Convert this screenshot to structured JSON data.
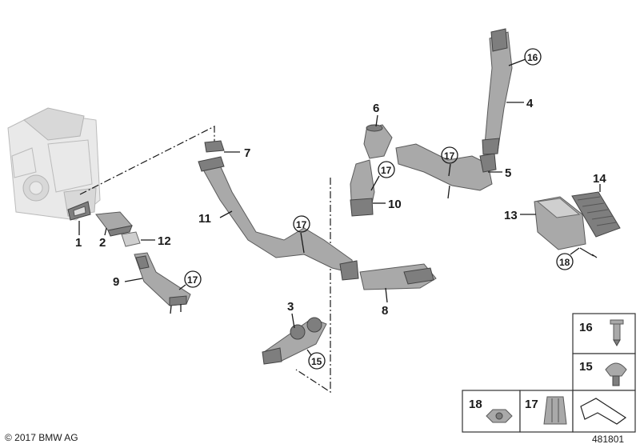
{
  "labels": {
    "p1": "1",
    "p2": "2",
    "p3": "3",
    "p4": "4",
    "p5": "5",
    "p6": "6",
    "p7": "7",
    "p8": "8",
    "p9": "9",
    "p10": "10",
    "p11": "11",
    "p12": "12",
    "p13": "13",
    "p14": "14"
  },
  "callouts": {
    "c16": "16",
    "c17_a": "17",
    "c17_b": "17",
    "c17_c": "17",
    "c17_d": "17",
    "c18": "18",
    "c15": "15"
  },
  "legend": {
    "item16": "16",
    "item15": "15",
    "item18": "18",
    "item17": "17"
  },
  "footer": {
    "copyright": "© 2017 BMW AG",
    "diagram_number": "481801"
  }
}
